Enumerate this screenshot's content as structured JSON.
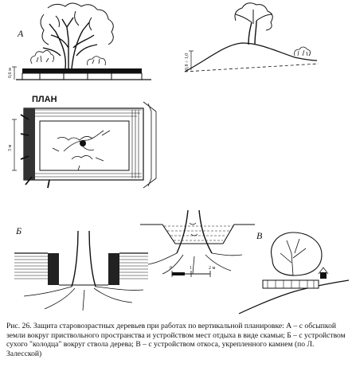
{
  "labels": {
    "a": "А",
    "b": "Б",
    "v": "В",
    "plan": "ПЛАН"
  },
  "dimensions": {
    "a_height": "0,6 м",
    "b_height": "0,8 ÷ 1,0",
    "plan_side": "3 м"
  },
  "scale_bar": {
    "tick0": "0",
    "tick1": "1",
    "tick2": "2 м"
  },
  "caption": {
    "title": "Рис. 26. Защита старовозрастных деревьев при работах по вертикальной планировке:",
    "body": "А – с обсыпкой земли вокруг приствольного пространства и устройством мест отдыха в виде скамьи; Б – с устройством сухого \"колодца\" вокруг ствола дерева; В – с устройством откоса, укрепленного камнем (по Л. Залесской)"
  }
}
